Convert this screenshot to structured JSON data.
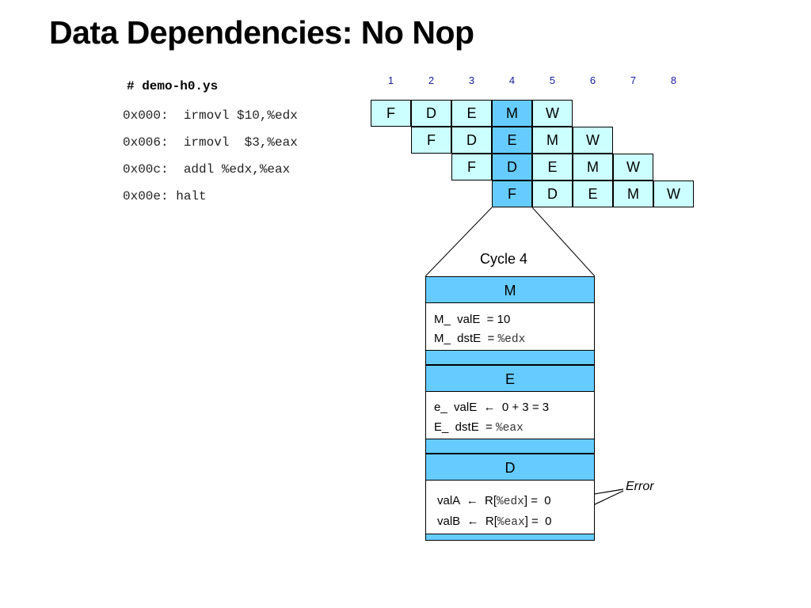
{
  "title": "Data Dependencies: No Nop",
  "code": {
    "filename": "# demo-h0.ys",
    "lines": [
      {
        "addr": "0x000:",
        "instr": "irmovl $10,%edx"
      },
      {
        "addr": "0x006:",
        "instr": "irmovl  $3,%eax"
      },
      {
        "addr": "0x00c:",
        "instr": "addl %edx,%eax"
      },
      {
        "addr": "0x00e:",
        "instr": "halt"
      }
    ]
  },
  "pipeline": {
    "cycles": [
      "1",
      "2",
      "3",
      "4",
      "5",
      "6",
      "7",
      "8"
    ],
    "stages": [
      "F",
      "D",
      "E",
      "M",
      "W"
    ],
    "highlight_cycle": 4,
    "colors": {
      "cell": "#ccffff",
      "highlight": "#66ccff"
    }
  },
  "detail": {
    "cycle_label": "Cycle 4",
    "m_stage": {
      "name": "M",
      "line1": "M_  valE  = 10",
      "line2_label": "M_  dstE  =",
      "line2_reg": "%edx"
    },
    "e_stage": {
      "name": "E",
      "line1": "e_  valE  ←  0 + 3 = 3",
      "line2_label": "E_  dstE  =",
      "line2_reg": "%eax"
    },
    "d_stage": {
      "name": "D",
      "a_label": "valA",
      "a_pre": "←  R[",
      "a_reg": "%edx",
      "a_post": "] =  0",
      "b_label": "valB",
      "b_pre": "←  R[",
      "b_reg": "%eax",
      "b_post": "] =  0"
    },
    "error_label": "Error"
  }
}
